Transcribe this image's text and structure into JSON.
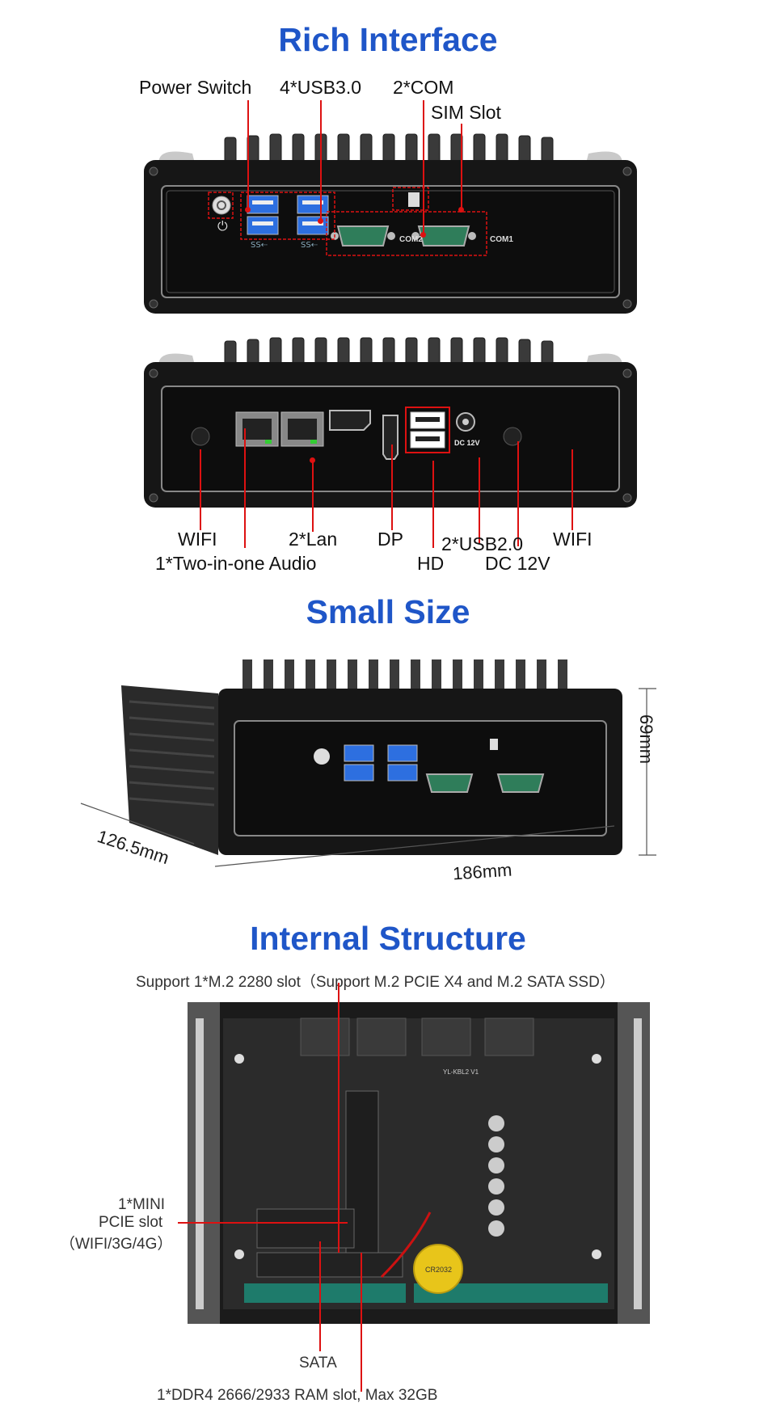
{
  "sections": {
    "rich_interface": "Rich Interface",
    "small_size": "Small Size",
    "internal_structure": "Internal Structure"
  },
  "front_panel": {
    "labels": {
      "power_switch": "Power Switch",
      "usb3": "4*USB3.0",
      "com": "2*COM",
      "sim": "SIM Slot"
    },
    "ports": {
      "com2": "COM2",
      "com1": "COM1"
    }
  },
  "rear_panel": {
    "labels": {
      "wifi_left": "WIFI",
      "lan": "2*Lan",
      "dp": "DP",
      "usb2": "2*USB2.0",
      "wifi_right": "WIFI",
      "audio": "1*Two-in-one Audio",
      "hd": "HD",
      "dc": "DC 12V"
    },
    "port_text": {
      "dc": "DC 12V"
    }
  },
  "dimensions": {
    "height": "69mm",
    "depth": "126.5mm",
    "width": "186mm"
  },
  "internal": {
    "labels": {
      "m2": "Support 1*M.2 2280 slot（Support M.2 PCIE X4 and M.2 SATA SSD）",
      "mini_pcie_1": "1*MINI",
      "mini_pcie_2": "PCIE slot",
      "mini_pcie_3": "（WIFI/3G/4G）",
      "sata": "SATA",
      "ddr4": "1*DDR4 2666/2933 RAM slot, Max 32GB"
    },
    "board_text": {
      "model": "YL-KBL2 V1",
      "battery": "CR2032"
    }
  },
  "colors": {
    "title_blue": "#1f56c8",
    "annotation_red": "#dd1111",
    "case_black": "#141414",
    "usb_blue": "#2d6fe0",
    "com_green": "#2f7d5a"
  }
}
